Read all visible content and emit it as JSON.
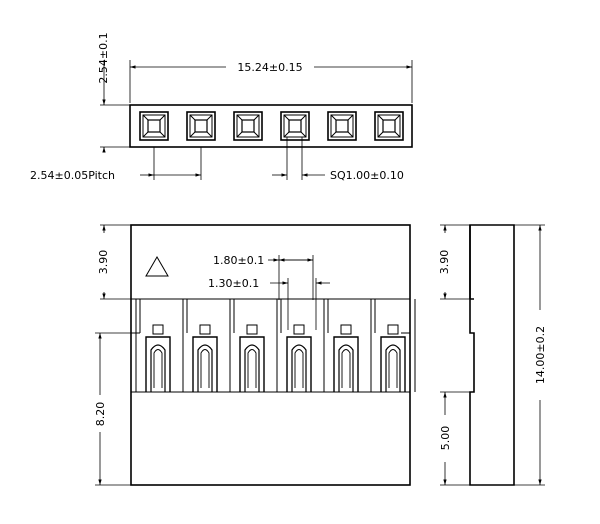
{
  "dimensions": {
    "top_height": "2.54±0.1",
    "total_length": "15.24±0.15",
    "pitch": "2.54±0.05Pitch",
    "square": "SQ1.00±0.10",
    "pin_width_outer": "1.80±0.1",
    "pin_width_inner": "1.30±0.1",
    "front_top_height": "3.90",
    "front_body_height": "8.20",
    "side_top_height": "3.90",
    "side_bottom_height": "5.00",
    "side_total_height": "14.00±0.2"
  },
  "pin_count": 6
}
